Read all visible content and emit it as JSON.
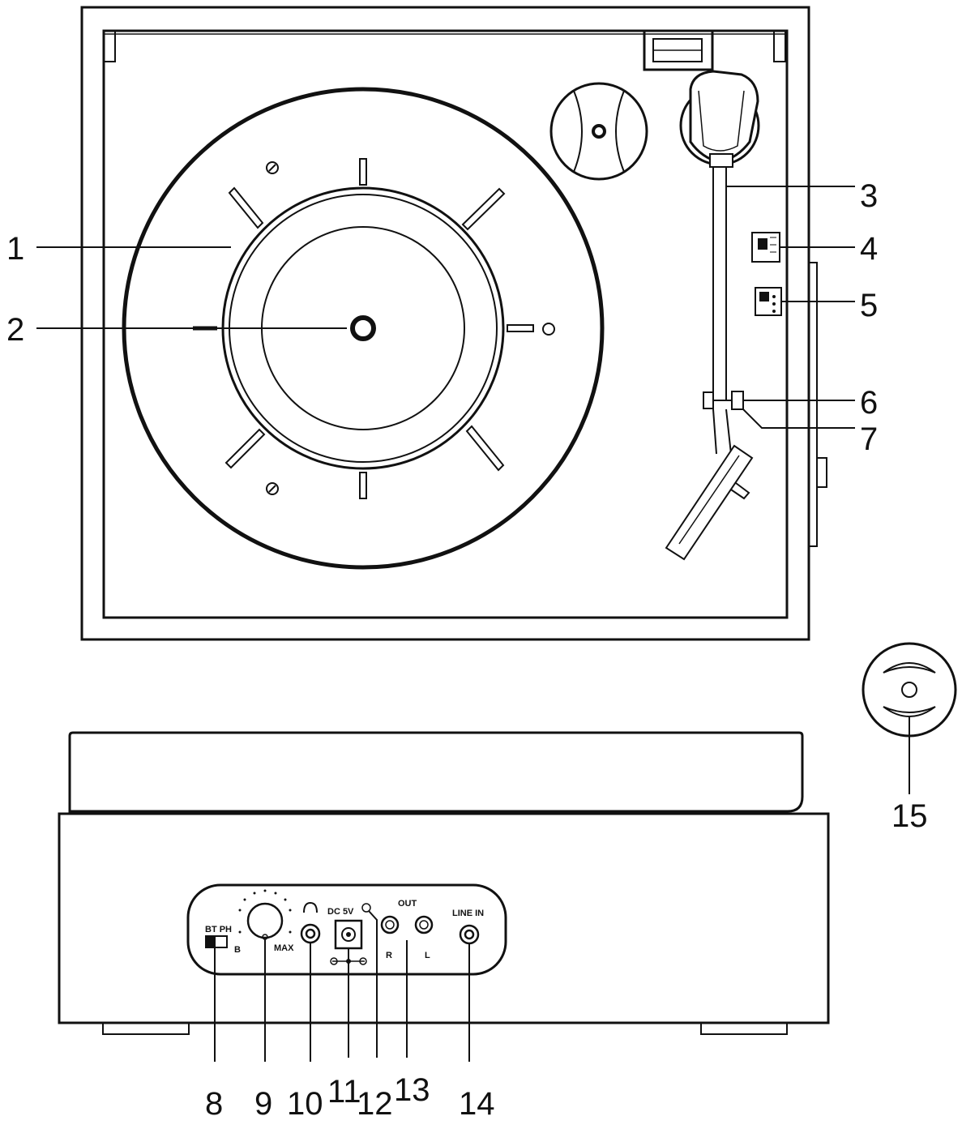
{
  "callouts": {
    "c1": "1",
    "c2": "2",
    "c3": "3",
    "c4": "4",
    "c5": "5",
    "c6": "6",
    "c7": "7",
    "c8": "8",
    "c9": "9",
    "c10": "10",
    "c11": "11",
    "c12": "12",
    "c13": "13",
    "c14": "14",
    "c15": "15"
  },
  "panel": {
    "bt_ph": "BT PH",
    "max": "MAX",
    "dc": "DC 5V",
    "out": "OUT",
    "r": "R",
    "l": "L",
    "line_in": "LINE IN"
  },
  "colors": {
    "line": "#111111",
    "background": "#ffffff"
  }
}
